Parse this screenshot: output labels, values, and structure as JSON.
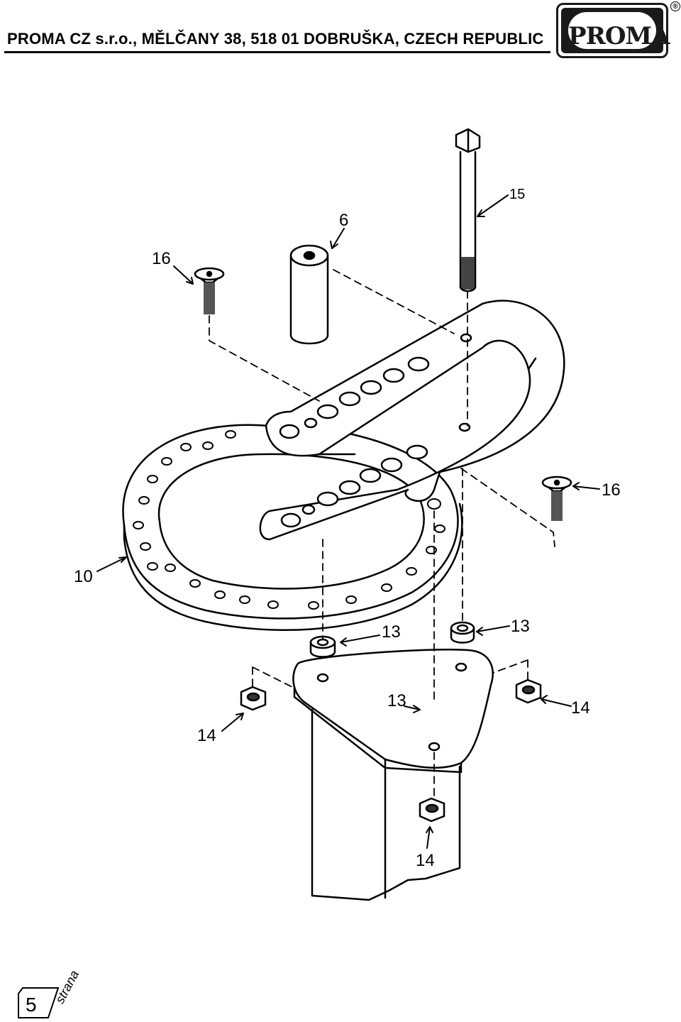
{
  "header": {
    "company_line": "PROMA CZ s.r.o., MĚLČANY 38, 518 01 DOBRUŠKA, CZECH REPUBLIC",
    "logo_text": "PROMA",
    "registered_mark": "®"
  },
  "diagram": {
    "part_labels": {
      "p6": "6",
      "p10": "10",
      "p13a": "13",
      "p13b": "13",
      "p13c": "13",
      "p14a": "14",
      "p14b": "14",
      "p14c": "14",
      "p15": "15",
      "p16a": "16",
      "p16b": "16"
    }
  },
  "footer": {
    "page_number": "5",
    "page_word": "strana"
  }
}
